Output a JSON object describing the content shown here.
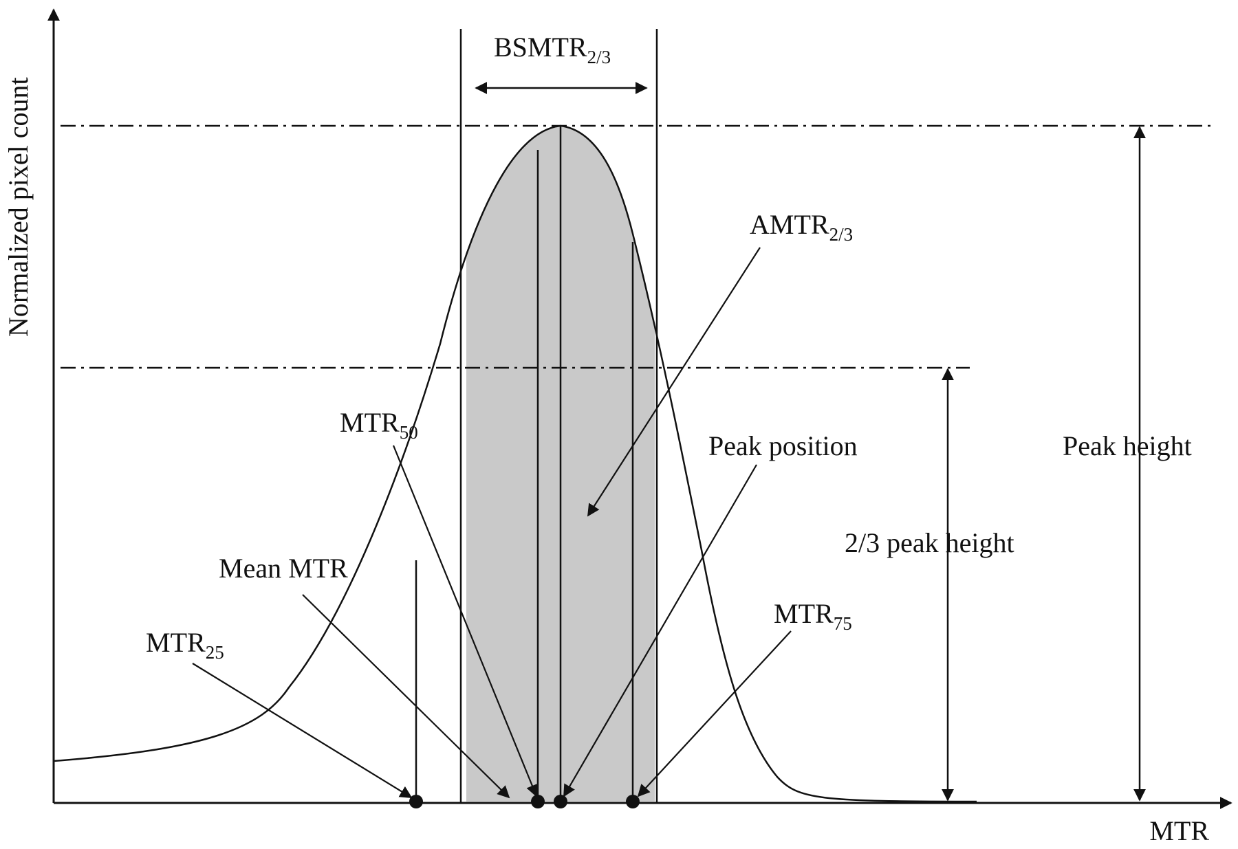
{
  "axes": {
    "y_label": "Normalized pixel count",
    "x_label": "MTR"
  },
  "labels": {
    "bsmtr": {
      "base": "BSMTR",
      "sub": "2/3"
    },
    "amtr": {
      "base": "AMTR",
      "sub": "2/3"
    },
    "mtr50": {
      "base": "MTR",
      "sub": "50"
    },
    "mtr25": {
      "base": "MTR",
      "sub": "25"
    },
    "mtr75": {
      "base": "MTR",
      "sub": "75"
    },
    "mean_mtr": "Mean MTR",
    "peak_position": "Peak position",
    "peak_height": "Peak height",
    "two_thirds_peak_height": "2/3 peak height"
  },
  "colors": {
    "line": "#111111",
    "shade": "#c9c9c9",
    "background": "#ffffff"
  }
}
